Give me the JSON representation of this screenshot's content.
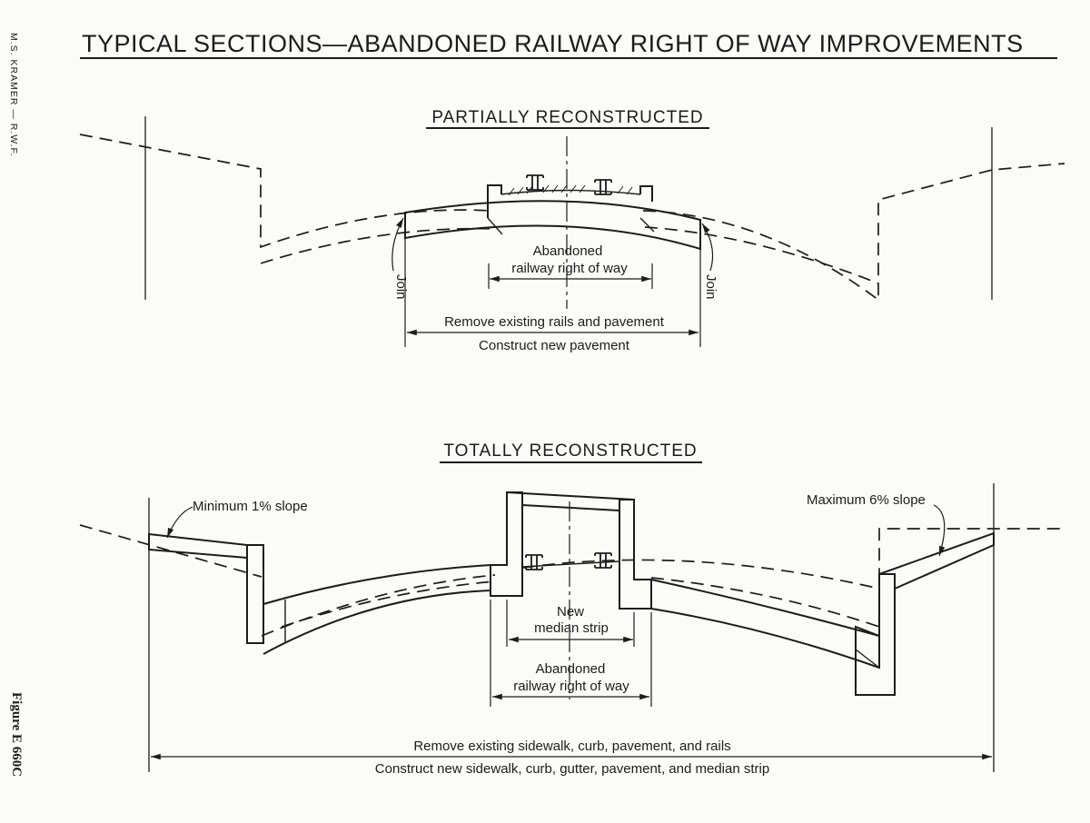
{
  "title": "TYPICAL SECTIONS—ABANDONED RAILWAY RIGHT OF WAY IMPROVEMENTS",
  "side_label": "M.S. KRAMER — R.W.F.",
  "figure_label": "Figure E 660C",
  "partial": {
    "heading": "PARTIALLY RECONSTRUCTED",
    "abandoned_line1": "Abandoned",
    "abandoned_line2": "railway right of way",
    "join_left": "Join",
    "join_right": "Join",
    "remove": "Remove existing rails and pavement",
    "construct": "Construct new pavement"
  },
  "total": {
    "heading": "TOTALLY RECONSTRUCTED",
    "min_slope": "Minimum 1% slope",
    "max_slope": "Maximum 6% slope",
    "median_line1": "New",
    "median_line2": "median strip",
    "abandoned_line1": "Abandoned",
    "abandoned_line2": "railway right of way",
    "remove": "Remove existing sidewalk, curb, pavement, and rails",
    "construct": "Construct new sidewalk, curb, gutter, pavement, and median strip"
  },
  "rail_icon": "rail-section-icon"
}
